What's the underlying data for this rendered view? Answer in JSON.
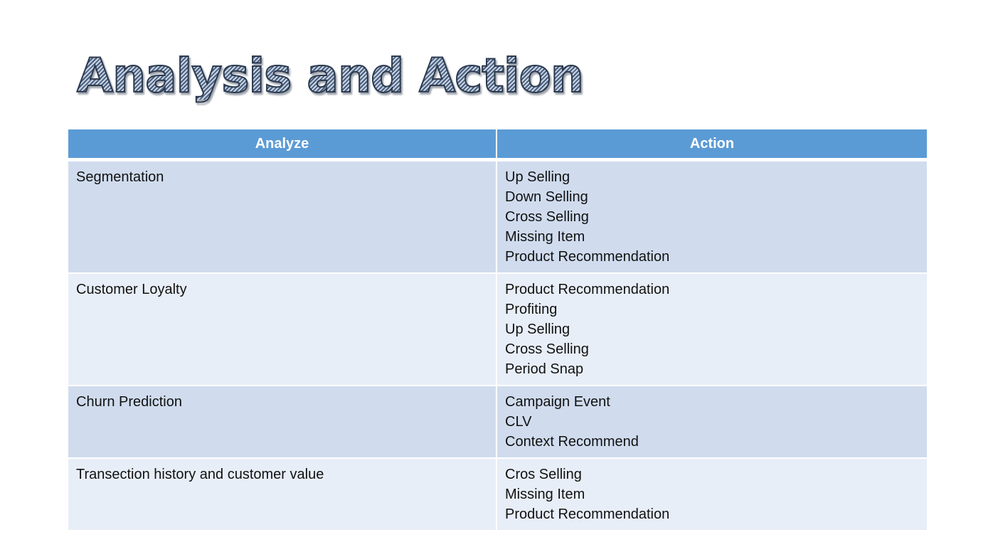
{
  "title": "Analysis and Action",
  "table": {
    "headers": [
      "Analyze",
      "Action"
    ],
    "rows": [
      {
        "analyze": "Segmentation",
        "actions": [
          "Up Selling",
          "Down Selling",
          "Cross Selling",
          "Missing Item",
          "Product Recommendation"
        ]
      },
      {
        "analyze": "Customer Loyalty",
        "actions": [
          "Product Recommendation",
          "Profiting",
          "Up Selling",
          "Cross Selling",
          "Period Snap"
        ]
      },
      {
        "analyze": "Churn Prediction",
        "actions": [
          "Campaign Event",
          "CLV",
          "Context Recommend"
        ]
      },
      {
        "analyze": "Transection history and customer value",
        "actions": [
          "Cros Selling",
          "Missing Item",
          "Product Recommendation"
        ]
      }
    ]
  },
  "colors": {
    "header_bg": "#5b9bd5",
    "row_dark": "#d0dcee",
    "row_light": "#e8eef7"
  }
}
